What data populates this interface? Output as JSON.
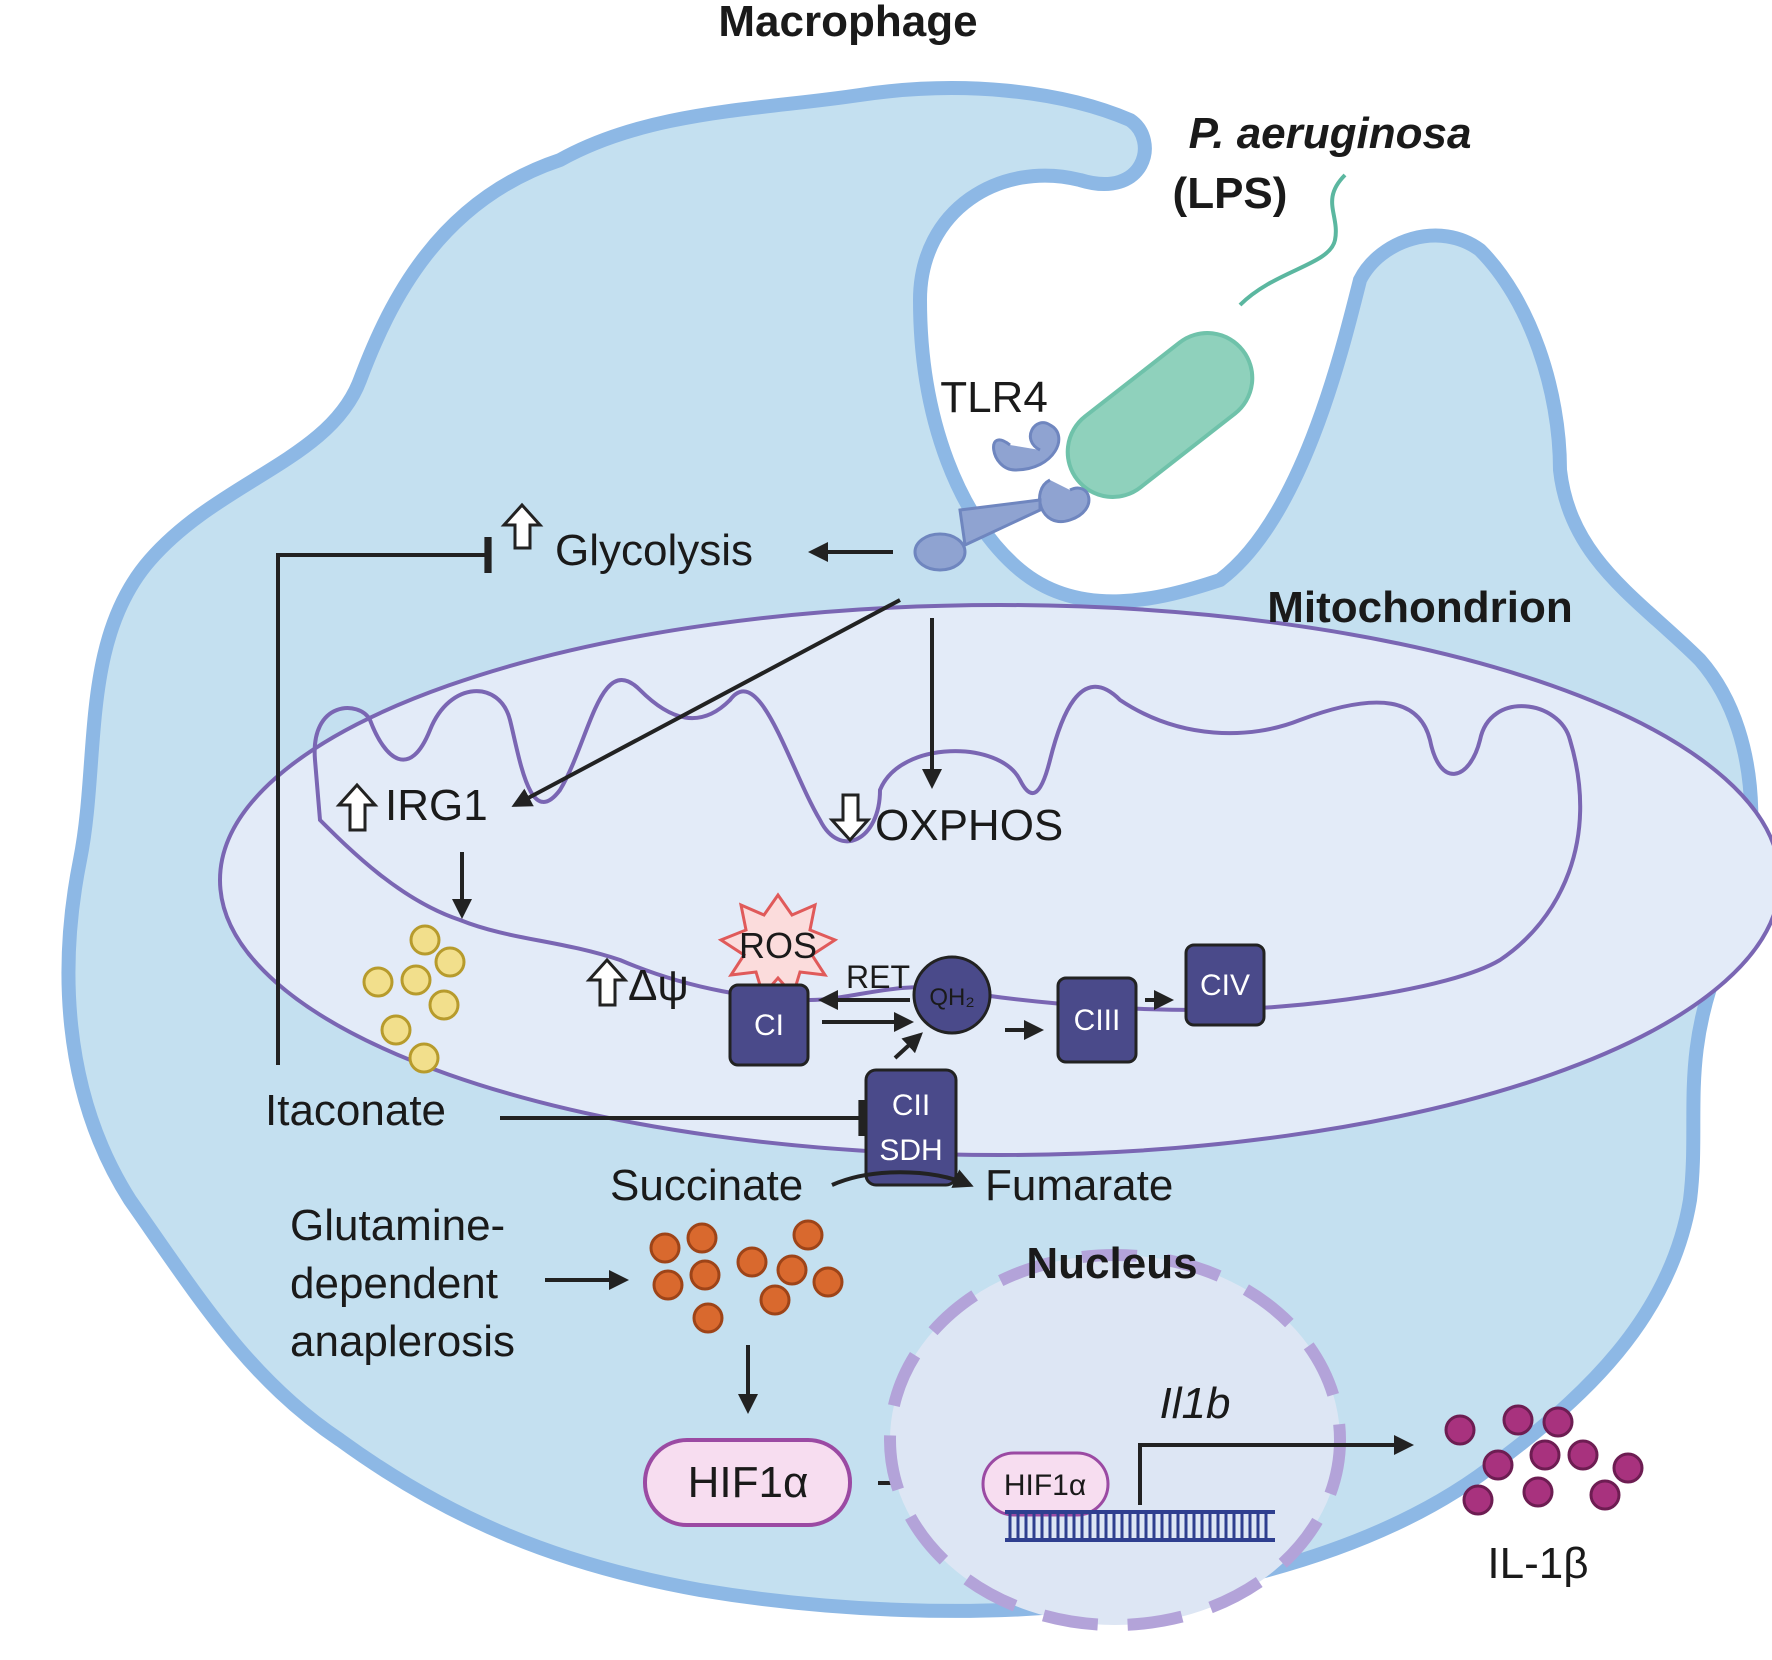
{
  "labels": {
    "macrophage": "Macrophage",
    "pathogen_name": "P. aeruginosa",
    "pathogen_lps": "(LPS)",
    "tlr4": "TLR4",
    "mitochondrion": "Mitochondrion",
    "glycolysis": "Glycolysis",
    "irg1": "IRG1",
    "oxphos": "OXPHOS",
    "delta_psi": "Δψ",
    "ros": "ROS",
    "ret": "RET",
    "qh2": "QH₂",
    "itaconate": "Itaconate",
    "succinate": "Succinate",
    "fumarate": "Fumarate",
    "anaplerosis_line1": "Glutamine-",
    "anaplerosis_line2": "dependent",
    "anaplerosis_line3": "anaplerosis",
    "nucleus": "Nucleus",
    "hif1a": "HIF1α",
    "hif1a_nuclear": "HIF1α",
    "il1b_gene": "Il1b",
    "il1b_protein": "IL-1β"
  },
  "complexes": {
    "ci": "CI",
    "cii_line1": "CII",
    "cii_line2": "SDH",
    "ciii": "CIII",
    "civ": "CIV"
  },
  "colors": {
    "cytoplasm": "#c4e0f0",
    "cell_membrane": "#8db8e5",
    "mitochondrion_fill": "#e3ebf8",
    "mito_membrane": "#7a66b3",
    "complex": "#4a4a8a",
    "bacterium": "#8fd1bc",
    "tlr4": "#8fa3d1",
    "itaconate_bead": "#f2df8c",
    "succinate_bead": "#d9692e",
    "il1b_bead": "#a8327e",
    "hif1a_fill": "#f7ddf0",
    "hif1a_stroke": "#9b4aa3",
    "ros_burst": "#e05a5a",
    "nucleus_fill": "#dde6f4"
  },
  "icons": {
    "up_arrow": "up-arrow-icon",
    "down_arrow": "down-arrow-icon",
    "inhibit": "inhibition-bar-icon",
    "activate": "activation-arrow-icon"
  }
}
